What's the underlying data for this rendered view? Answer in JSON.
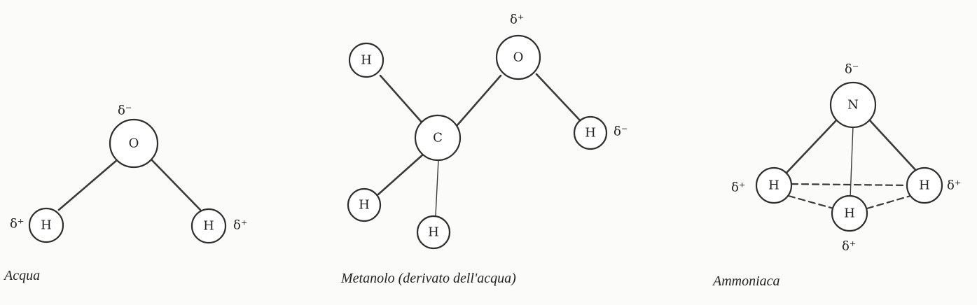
{
  "captions": {
    "water": "Acqua",
    "methanol": "Metanolo (derivato dell'acqua)",
    "ammonia": "Ammoniaca"
  },
  "water": {
    "atoms": {
      "o": "O",
      "h_left": "H",
      "h_right": "H"
    },
    "charges": {
      "o": "δ⁻",
      "h_left": "δ⁺",
      "h_right": "δ⁺"
    }
  },
  "methanol": {
    "atoms": {
      "c": "C",
      "o": "O",
      "h_top_left": "H",
      "h_bottom_left": "H",
      "h_bottom": "H",
      "h_right": "H"
    },
    "charges": {
      "o": "δ⁺",
      "h_right": "δ⁻"
    }
  },
  "ammonia": {
    "atoms": {
      "n": "N",
      "h_left": "H",
      "h_right": "H",
      "h_center": "H"
    },
    "charges": {
      "n": "δ⁻",
      "h_left": "δ⁺",
      "h_right": "δ⁺",
      "h_center": "δ⁺"
    }
  }
}
